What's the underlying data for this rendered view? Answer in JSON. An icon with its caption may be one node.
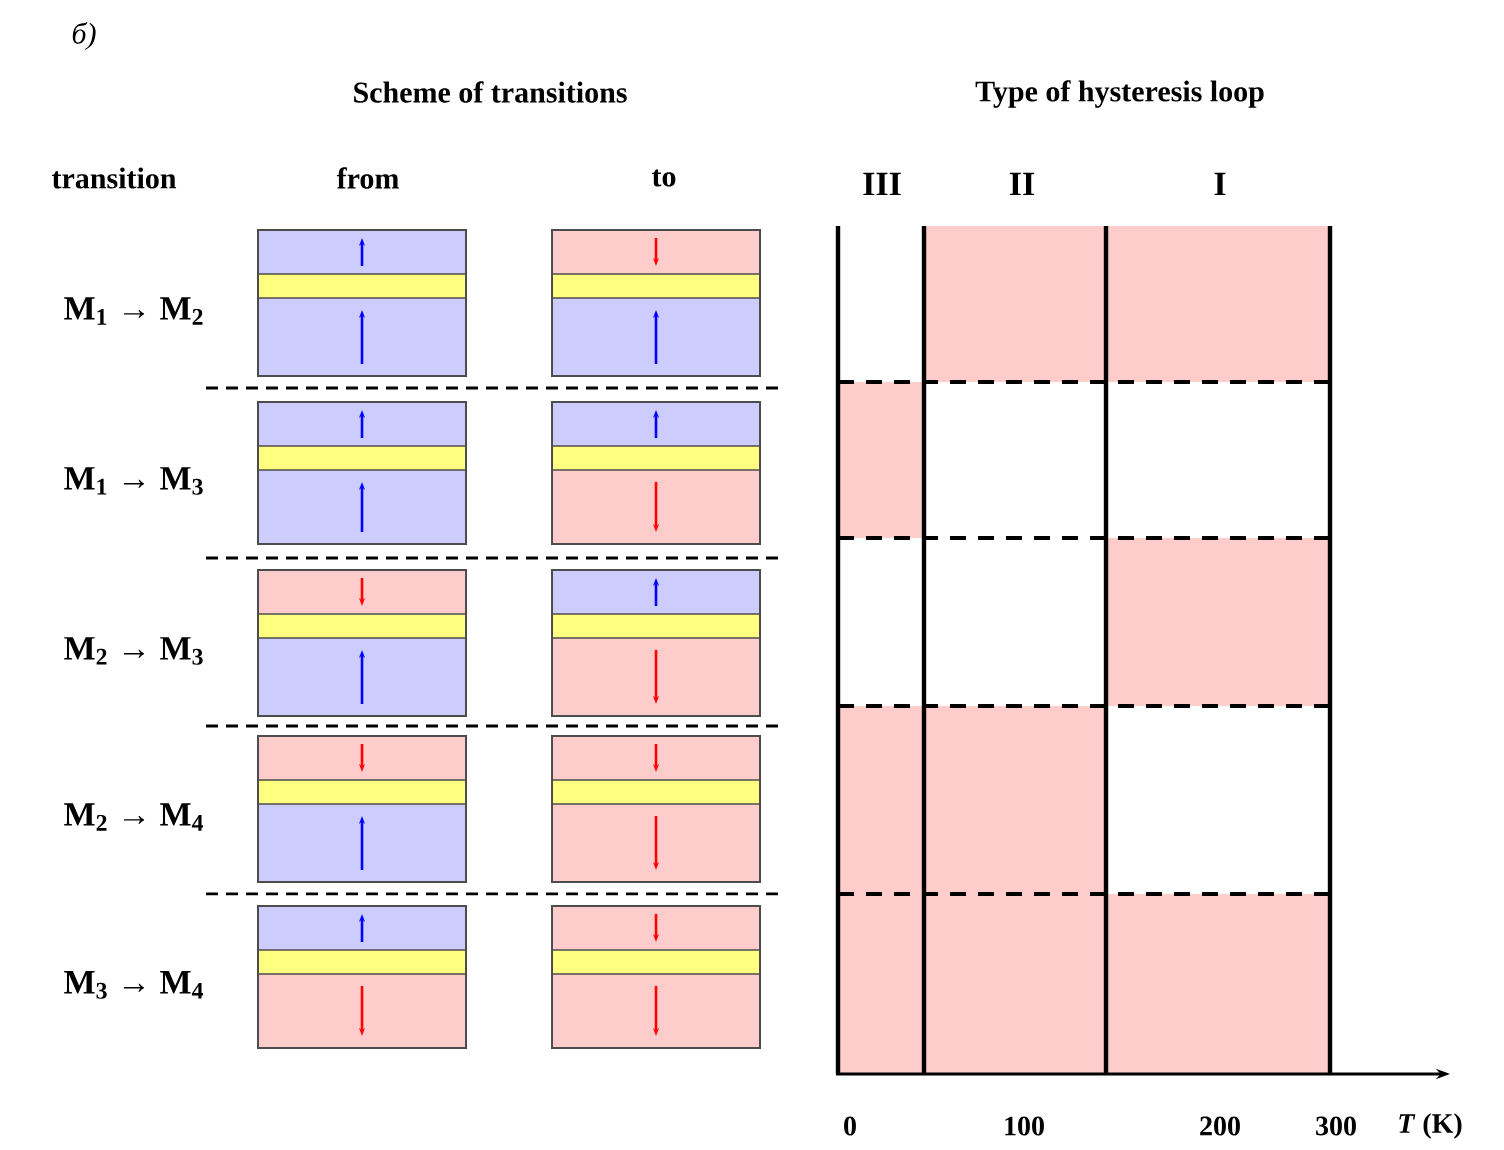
{
  "diagram": {
    "labels": [
      "б)",
      "Scheme of transitions",
      "Type of hysteresis loop",
      "transition",
      "from",
      "to",
      "III",
      "II",
      "I",
      "M$_{1}$ → M$_{2}$",
      "M$_{1}$ → M$_{3}$",
      "M$_{2}$ → M$_{3}$",
      "M$_{2}$ → M$_{4}$",
      "M$_{3}$ → M$_{4}$",
      "0",
      "100",
      "200",
      "300",
      "*T* (K)"
    ]
  }
}
